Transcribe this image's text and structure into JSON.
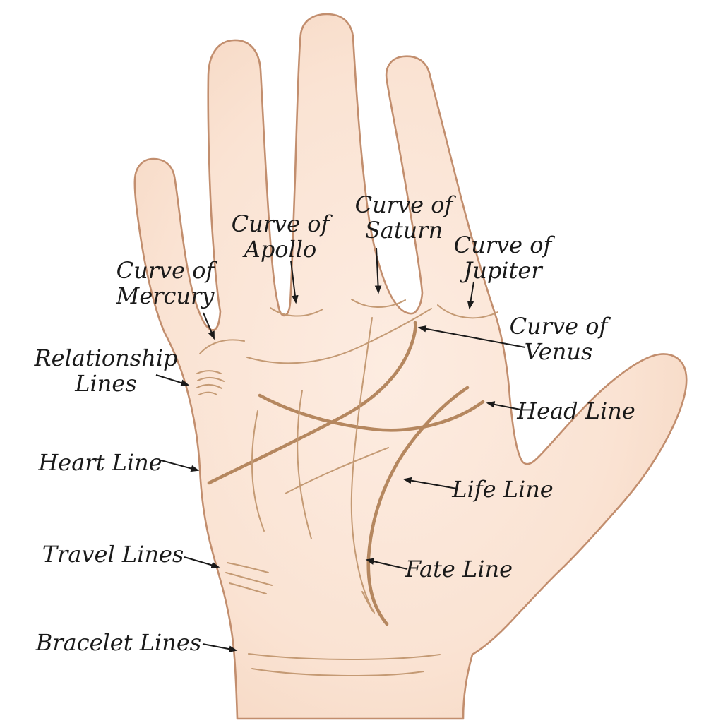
{
  "labels": [
    {
      "name": "curve-of-mercury",
      "text": "Curve of\nMercury"
    },
    {
      "name": "curve-of-apollo",
      "text": "Curve of\nApollo"
    },
    {
      "name": "curve-of-saturn",
      "text": "Curve of\nSaturn"
    },
    {
      "name": "curve-of-jupiter",
      "text": "Curve of\nJupiter"
    },
    {
      "name": "curve-of-venus",
      "text": "Curve of\nVenus"
    },
    {
      "name": "relationship-lines",
      "text": "Relationship\nLines"
    },
    {
      "name": "heart-line",
      "text": "Heart Line"
    },
    {
      "name": "head-line",
      "text": "Head Line"
    },
    {
      "name": "life-line",
      "text": "Life Line"
    },
    {
      "name": "fate-line",
      "text": "Fate Line"
    },
    {
      "name": "travel-lines",
      "text": "Travel Lines"
    },
    {
      "name": "bracelet-lines",
      "text": "Bracelet Lines"
    }
  ],
  "colors": {
    "background": "#ffffff",
    "skin_light": "#fdece1",
    "skin_mid": "#fae3d3",
    "skin_shadow": "#f5d3bc",
    "outline": "#c28e6e",
    "palm_line_thick": "#b5875f",
    "palm_line_thin": "#c49a74",
    "text": "#1a1a1a",
    "arrow": "#1a1a1a"
  }
}
